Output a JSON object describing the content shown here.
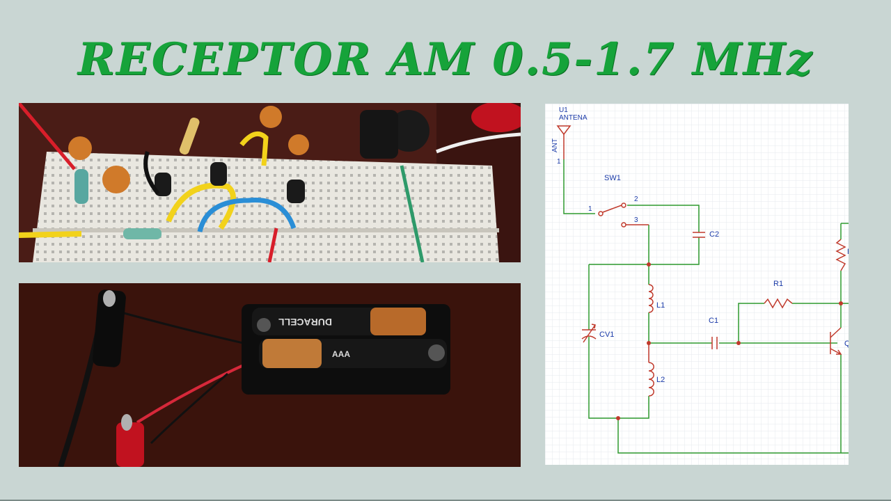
{
  "title": "RECEPTOR AM 0.5-1.7 MHz",
  "colors": {
    "title": "#16a33a",
    "wire": "#2e9a2e",
    "component": "#c0392b",
    "label": "#1a3aa8",
    "background": "#c9d6d3"
  },
  "photos": {
    "top": "breadboard-circuit-photo",
    "bottom": "battery-holder-photo",
    "battery_brand": "DURACELL",
    "battery_type": "AAA"
  },
  "schematic": {
    "antenna_ref": "U1",
    "antenna_name": "ANTENA",
    "antenna_pin_label": "ANT",
    "antenna_pin_num": "1",
    "switch_ref": "SW1",
    "switch_pin1": "1",
    "switch_pin2": "2",
    "switch_pin3": "3",
    "c2": "C2",
    "c1": "C1",
    "r1": "R1",
    "l1": "L1",
    "l2": "L2",
    "cv1": "CV1",
    "q_partial": "Q",
    "r_partial": "R"
  }
}
